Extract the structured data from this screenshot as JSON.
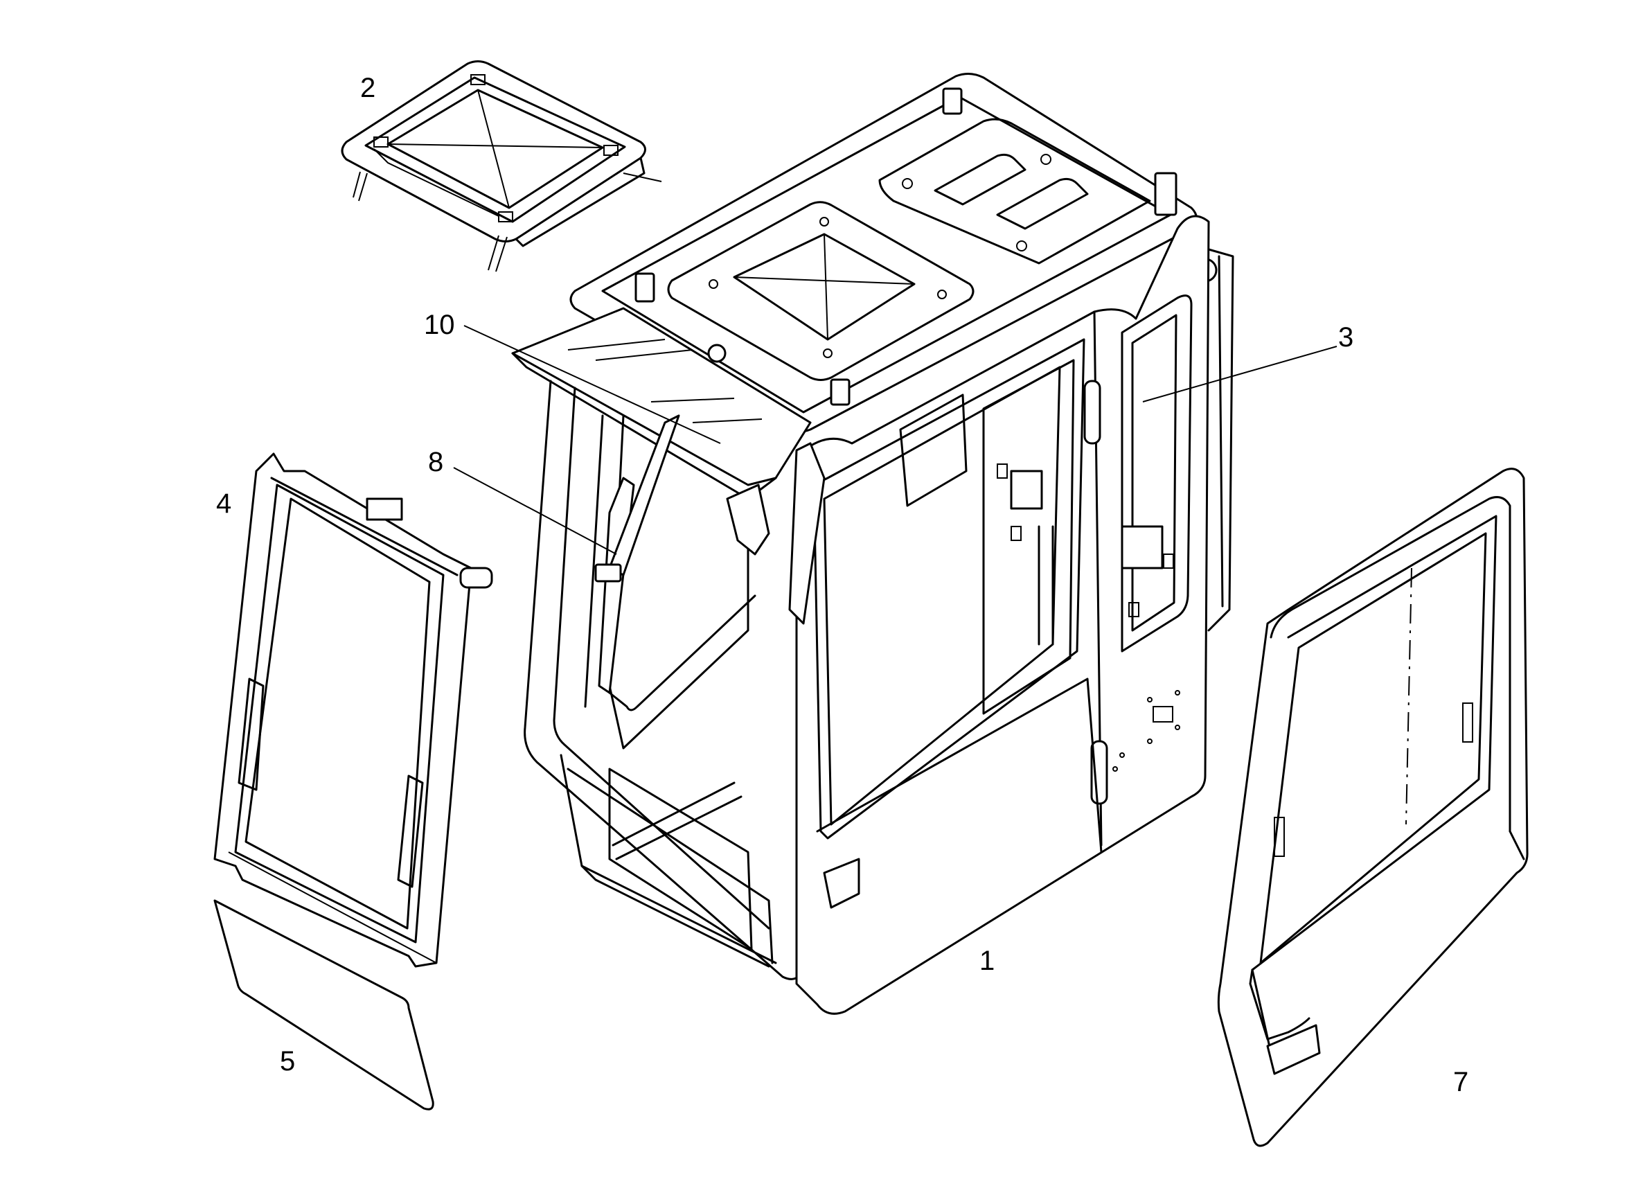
{
  "callouts": {
    "c1": "1",
    "c2": "2",
    "c3": "3",
    "c4": "4",
    "c5": "5",
    "c7": "7",
    "c8": "8",
    "c10": "10"
  },
  "colors": {
    "line": "#000000",
    "background": "#ffffff"
  }
}
